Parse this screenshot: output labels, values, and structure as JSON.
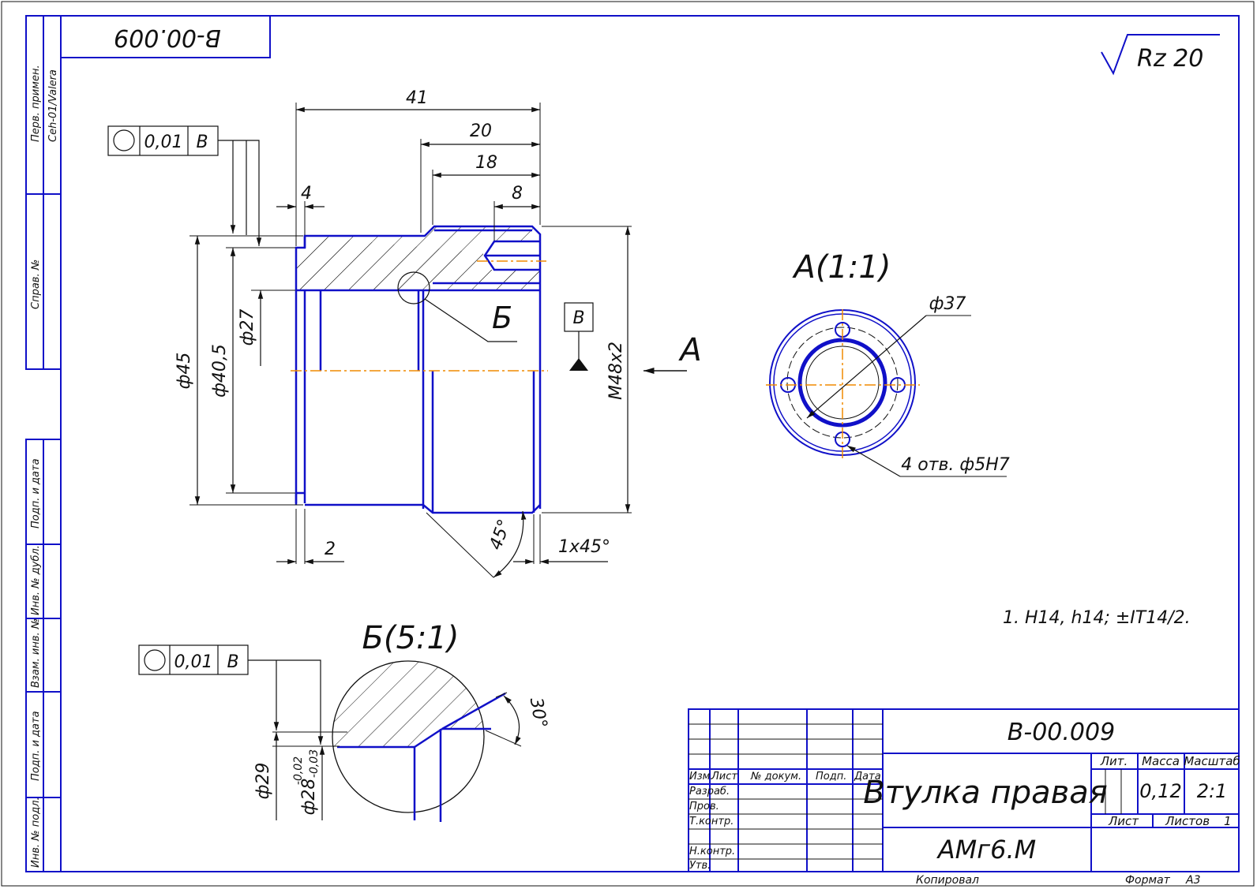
{
  "top_stamp": "B-00.009",
  "roughness": "Rz 20",
  "side_stamps": {
    "perv_primen": "Перв. примен.",
    "perv_primen_value": "Ceh-01/Valera",
    "sprav_no": "Справ. №",
    "podp_data_1": "Подп. и дата",
    "inv_dubl": "Инв. № дубл.",
    "vzam_inv": "Взам. инв. №",
    "podp_data_2": "Подп. и дата",
    "inv_podl": "Инв. № подл."
  },
  "dimensions": {
    "d41": "41",
    "d20": "20",
    "d18": "18",
    "d8": "8",
    "d4": "4",
    "d2": "2",
    "dia45": "ф45",
    "dia40_5": "ф40,5",
    "dia27": "ф27",
    "thread": "М48x2",
    "angle45": "45°",
    "chamfer": "1x45°",
    "dia37": "ф37",
    "holes": "4 отв. ф5Н7",
    "dia29": "ф29",
    "dia28": "ф28",
    "tol_upper": "-0,02",
    "tol_lower": "-0,03",
    "angle30": "30°"
  },
  "tolerance_frame_1": {
    "value": "0,01",
    "datum": "В"
  },
  "tolerance_frame_2": {
    "value": "0,01",
    "datum": "В"
  },
  "datum_label": "В",
  "view_a_arrow": "А",
  "view_a_title": "А(1:1)",
  "detail_b_label": "Б",
  "detail_b_title": "Б(5:1)",
  "note": "1. H14, h14; ±IT14/2.",
  "title_block": {
    "code": "В-00.009",
    "part_name": "Втулка правая",
    "material": "АМг6.М",
    "lit": "Лит.",
    "mass_label": "Масса",
    "scale_label": "Масштаб",
    "mass": "0,12",
    "scale": "2:1",
    "sheet_label": "Лист",
    "sheets_label": "Листов",
    "sheets": "1",
    "col_izm": "Изм.",
    "col_list": "Лист",
    "col_doc": "№ докум.",
    "col_podp": "Подп.",
    "col_data": "Дата",
    "razrab": "Разраб.",
    "prov": "Пров.",
    "tkontr": "Т.контр.",
    "nkontr": "Н.контр.",
    "utv": "Утв."
  },
  "footer": {
    "copied": "Копировал",
    "format_label": "Формат",
    "format": "А3"
  }
}
